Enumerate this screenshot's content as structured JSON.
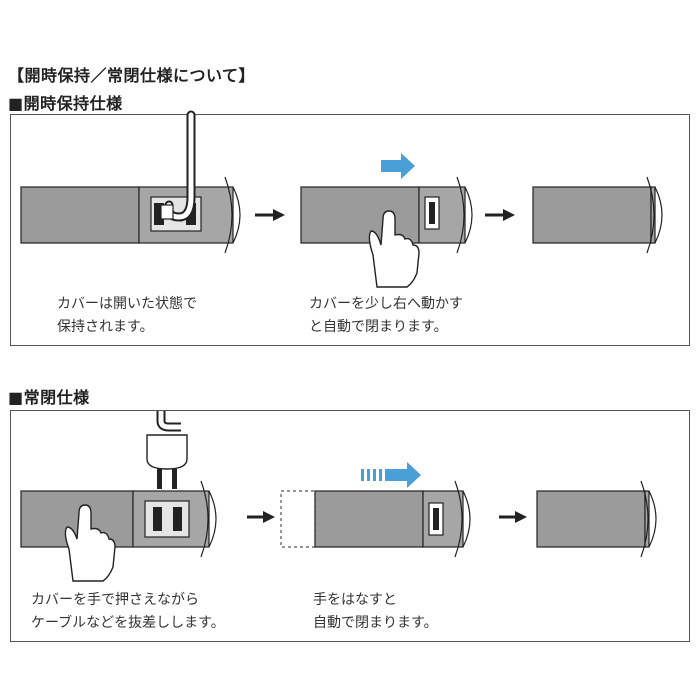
{
  "title": "【開時保持／常閉仕様について】",
  "section1": {
    "heading": "■開時保持仕様",
    "caption1": [
      "カバーは開いた状態で",
      "保持されます。"
    ],
    "caption2": [
      "カバーを少し右へ動かす",
      "と自動で閉まります。"
    ]
  },
  "section2": {
    "heading": "■常閉仕様",
    "caption1": [
      "カバーを手で押さえながら",
      "ケーブルなどを抜差しします。"
    ],
    "caption2": [
      "手をはなすと",
      "自動で閉まります。"
    ]
  },
  "colors": {
    "strip": "#9b9b9b",
    "strip_dark": "#7d7d7d",
    "outline": "#222222",
    "arrow_blue": "#4a9fd8"
  }
}
